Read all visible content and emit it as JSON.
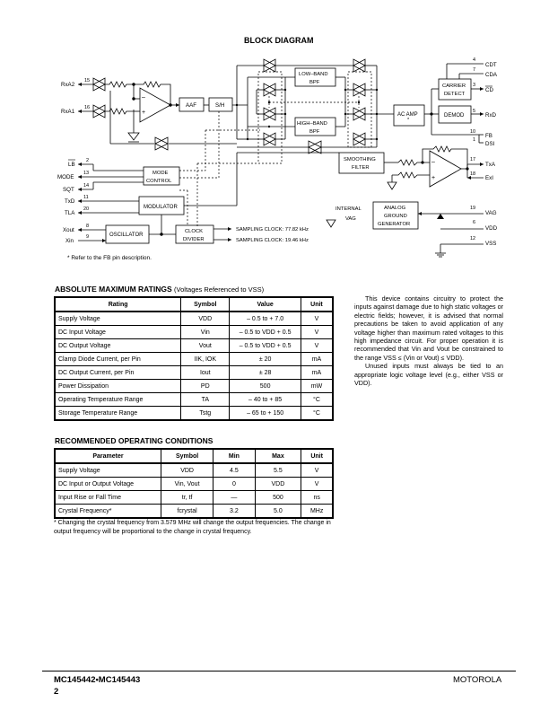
{
  "title": "BLOCK DIAGRAM",
  "diagram": {
    "pins_left": [
      {
        "name": "RxA2",
        "num": "15"
      },
      {
        "name": "RxA1",
        "num": "16"
      },
      {
        "name": "LB",
        "num": "2"
      },
      {
        "name": "MODE",
        "num": "13"
      },
      {
        "name": "SQT",
        "num": "14"
      },
      {
        "name": "TxD",
        "num": "11"
      },
      {
        "name": "TLA",
        "num": "20"
      },
      {
        "name": "Xout",
        "num": "8"
      },
      {
        "name": "Xin",
        "num": "9"
      }
    ],
    "pins_right": [
      {
        "name": "CDT",
        "num": "4"
      },
      {
        "name": "CDA",
        "num": "7"
      },
      {
        "name": "CD",
        "num": "3"
      },
      {
        "name": "RxD",
        "num": "5"
      },
      {
        "name": "FB",
        "num": "10"
      },
      {
        "name": "DSI",
        "num": "1"
      },
      {
        "name": "TxA",
        "num": "17"
      },
      {
        "name": "ExI",
        "num": "18"
      },
      {
        "name": "VAG",
        "num": "19"
      },
      {
        "name": "VDD",
        "num": "6"
      },
      {
        "name": "VSS",
        "num": "12"
      }
    ],
    "blocks": {
      "aaf": "AAF",
      "sh": "S/H",
      "lowband1": "LOW–BAND",
      "lowband2": "BPF",
      "highband1": "HIGH–BAND",
      "highband2": "BPF",
      "acamp": "AC AMP",
      "acamp_star": "*",
      "carrier1": "CARRIER",
      "carrier2": "DETECT",
      "demod": "DEMOD",
      "smoothing1": "SMOOTHING",
      "smoothing2": "FILTER",
      "mode1": "MODE",
      "mode2": "CONTROL",
      "modulator": "MODULATOR",
      "oscillator": "OSCILLATOR",
      "clock1": "CLOCK",
      "clock2": "DIVIDER",
      "analog1": "ANALOG",
      "analog2": "GROUND",
      "analog3": "GENERATOR",
      "internal": "INTERNAL",
      "vag_internal": "VAG"
    },
    "clock_labels": [
      "SAMPLING CLOCK: 77.82 kHz",
      "SAMPLING CLOCK: 19.46 kHz"
    ],
    "note": "* Refer to the FB pin description."
  },
  "abs_max": {
    "title": "ABSOLUTE MAXIMUM RATINGS",
    "subtitle": "(Voltages Referenced to VSS)",
    "headers": [
      "Rating",
      "Symbol",
      "Value",
      "Unit"
    ],
    "rows": [
      [
        "Supply Voltage",
        "VDD",
        "– 0.5 to + 7.0",
        "V"
      ],
      [
        "DC Input Voltage",
        "Vin",
        "– 0.5 to VDD + 0.5",
        "V"
      ],
      [
        "DC Output Voltage",
        "Vout",
        "– 0.5 to VDD + 0.5",
        "V"
      ],
      [
        "Clamp Diode Current, per Pin",
        "IIK, IOK",
        "± 20",
        "mA"
      ],
      [
        "DC Output Current, per Pin",
        "Iout",
        "± 28",
        "mA"
      ],
      [
        "Power Dissipation",
        "PD",
        "500",
        "mW"
      ],
      [
        "Operating Temperature Range",
        "TA",
        "– 40 to + 85",
        "°C"
      ],
      [
        "Storage Temperature Range",
        "Tstg",
        "– 65 to + 150",
        "°C"
      ]
    ]
  },
  "side_text": {
    "p1": "This device contains circuitry to protect the inputs against damage due to high static voltages or electric fields; however, it is advised that normal precautions be taken to avoid application of any voltage higher than maximum rated voltages to this high impedance circuit. For proper operation it is recommended that Vin and Vout be constrained to the range VSS ≤ (Vin or Vout) ≤ VDD).",
    "p2": "Unused inputs must always be tied to an appropriate logic voltage level (e.g., either VSS or VDD)."
  },
  "rec_op": {
    "title": "RECOMMENDED OPERATING CONDITIONS",
    "headers": [
      "Parameter",
      "Symbol",
      "Min",
      "Max",
      "Unit"
    ],
    "rows": [
      [
        "Supply Voltage",
        "VDD",
        "4.5",
        "5.5",
        "V"
      ],
      [
        "DC Input or Output Voltage",
        "Vin, Vout",
        "0",
        "VDD",
        "V"
      ],
      [
        "Input Rise or Fall Time",
        "tr, tf",
        "—",
        "500",
        "ns"
      ],
      [
        "Crystal Frequency*",
        "fcrystal",
        "3.2",
        "5.0",
        "MHz"
      ]
    ],
    "footnote": "* Changing the crystal frequency from 3.579 MHz will change the output frequencies. The change in output frequency will be proportional to the change in crystal frequency."
  },
  "footer": {
    "part": "MC145442•MC145443",
    "page": "2",
    "brand": "MOTOROLA"
  }
}
